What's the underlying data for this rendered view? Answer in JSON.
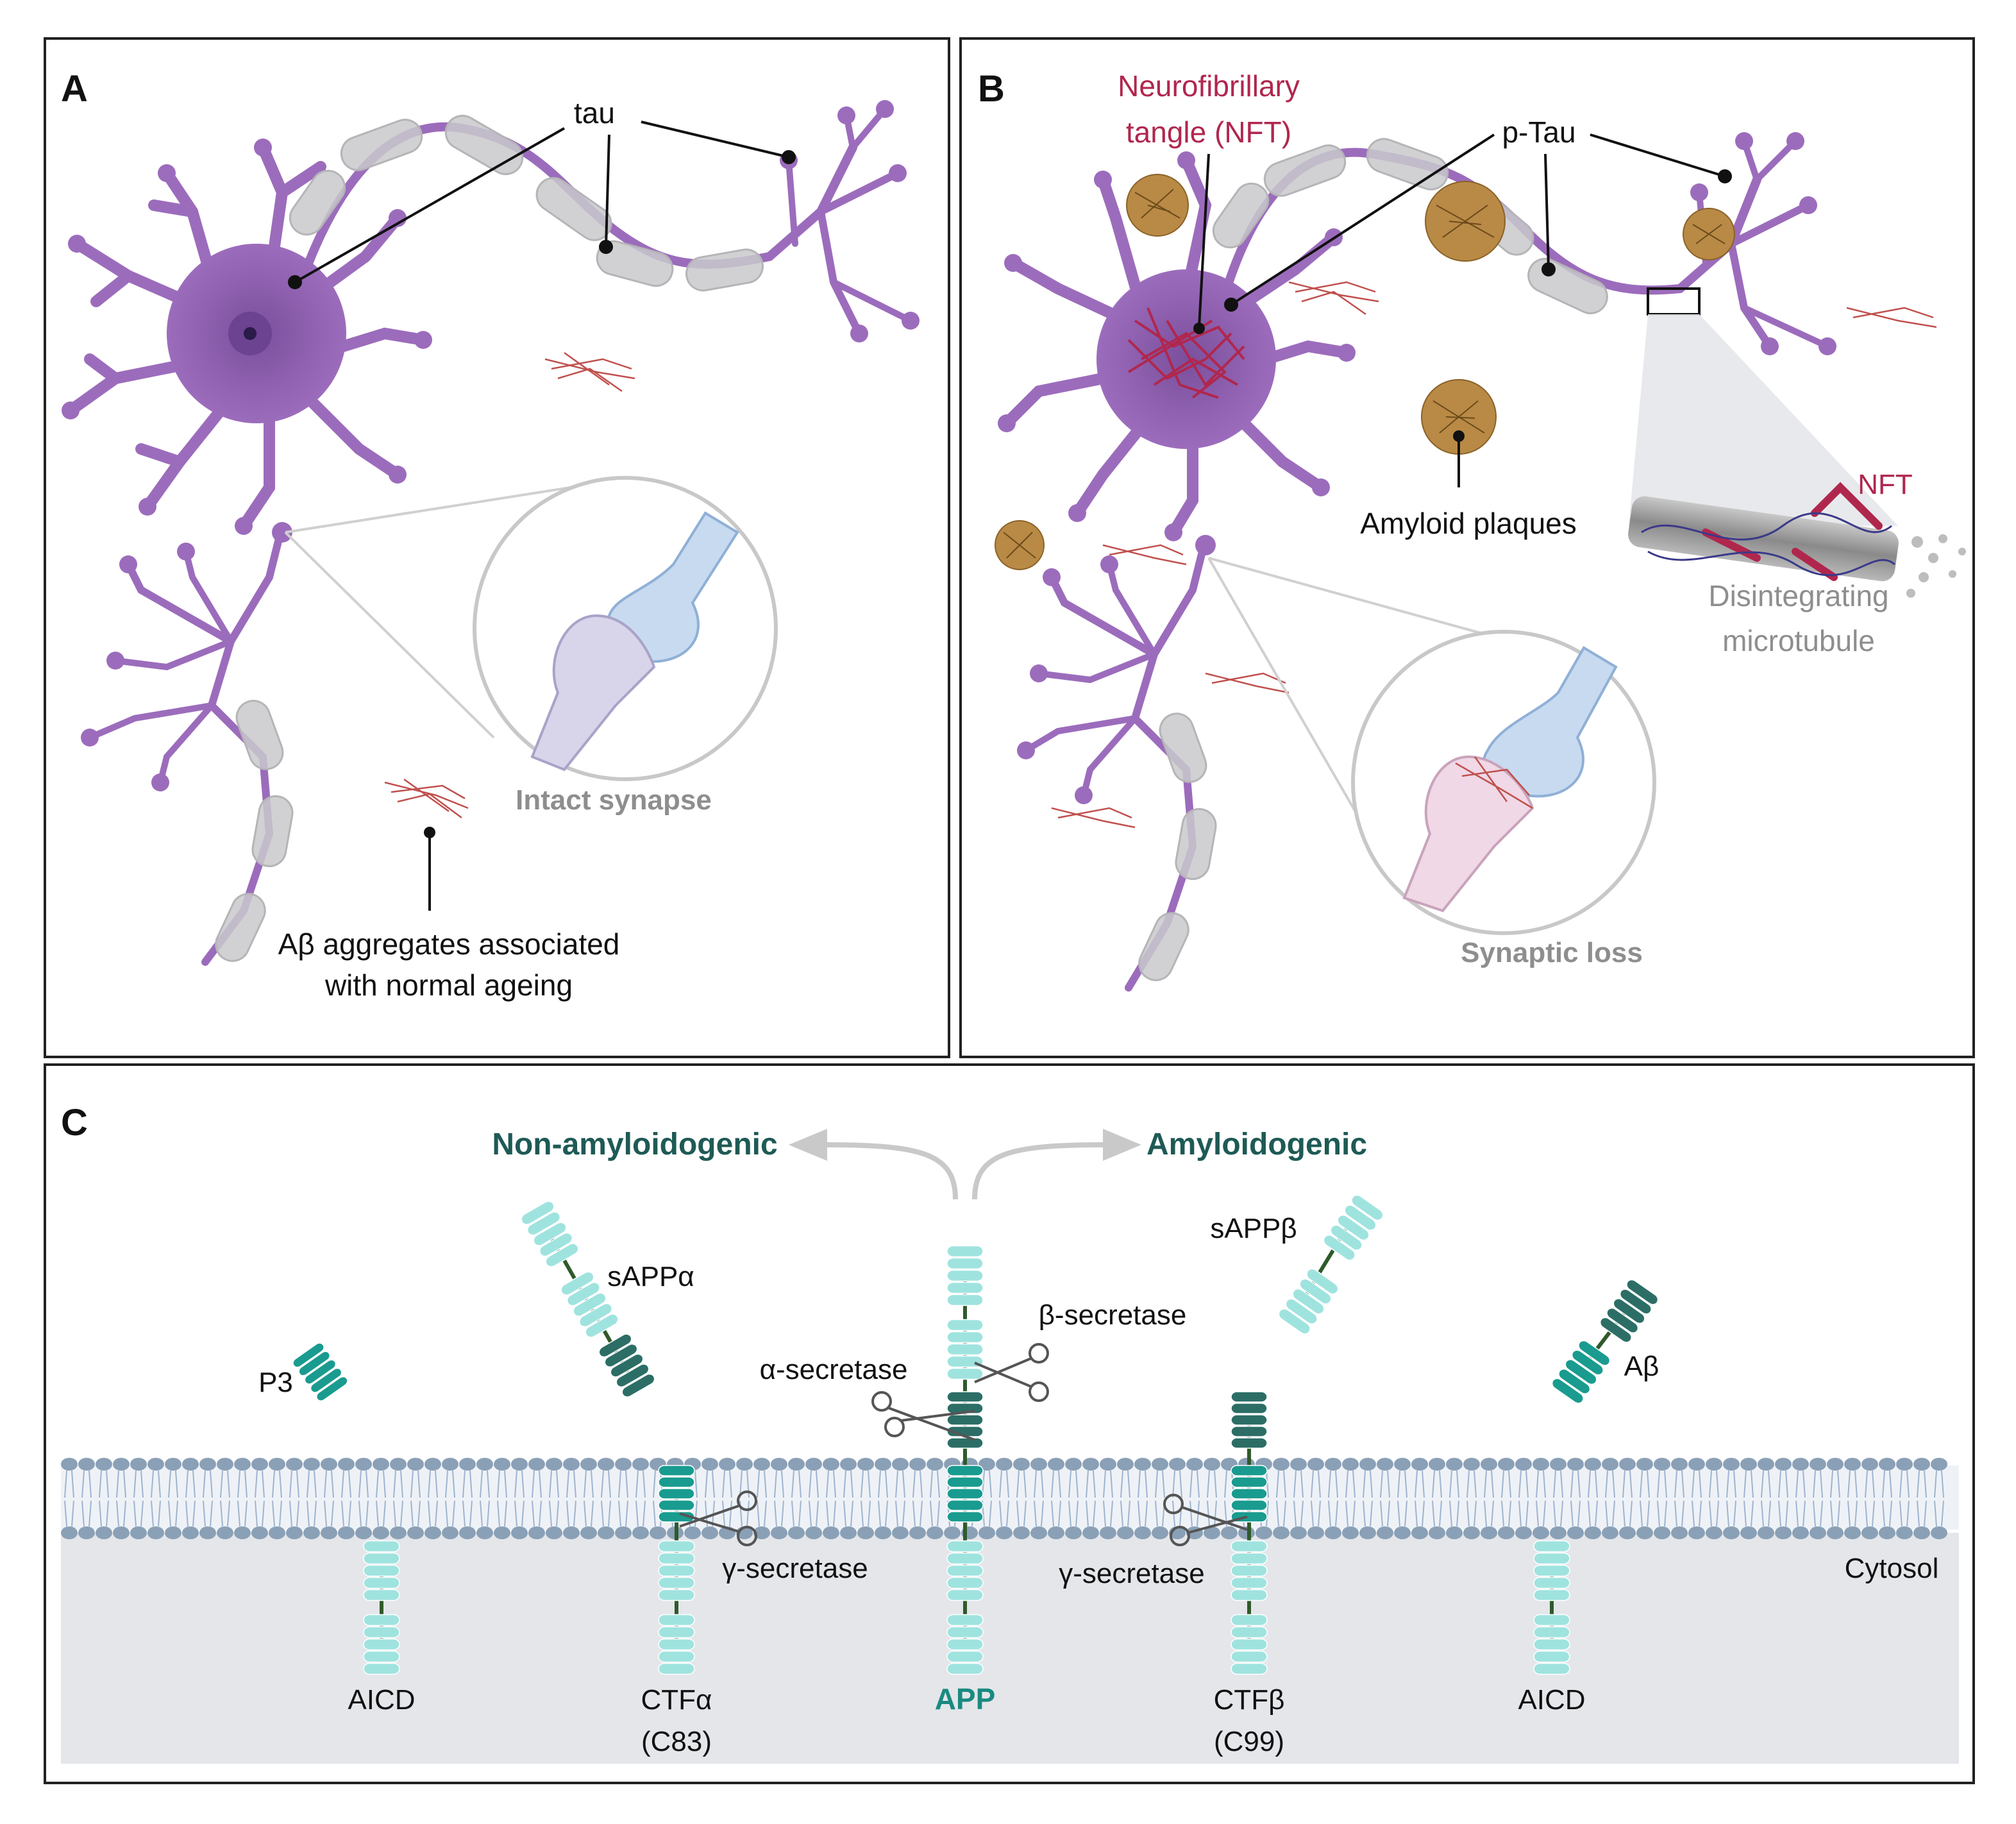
{
  "panels": {
    "a": {
      "letter": "A",
      "tau_label": "tau",
      "synapse_label": "Intact synapse",
      "abeta_label_line1": "Aβ aggregates associated",
      "abeta_label_line2": "with normal ageing"
    },
    "b": {
      "letter": "B",
      "nft_label_line1": "Neurofibrillary",
      "nft_label_line2": "tangle (NFT)",
      "ptau_label": "p-Tau",
      "plaques_label": "Amyloid plaques",
      "nft_small_label": "NFT",
      "microtubule_label_line1": "Disintegrating",
      "microtubule_label_line2": "microtubule",
      "synapse_label": "Synaptic loss"
    },
    "c": {
      "letter": "C",
      "non_amyloidogenic": "Non-amyloidogenic",
      "amyloidogenic": "Amyloidogenic",
      "sappa": "sAPPα",
      "sappb": "sAPPβ",
      "p3": "P3",
      "abeta": "Aβ",
      "alpha_secretase": "α-secretase",
      "beta_secretase": "β-secretase",
      "gamma_secretase_left": "γ-secretase",
      "gamma_secretase_right": "γ-secretase",
      "cytosol": "Cytosol",
      "aicd_left": "AICD",
      "ctfa_line1": "CTFα",
      "ctfa_line2": "(C83)",
      "app": "APP",
      "ctfb_line1": "CTFβ",
      "ctfb_line2": "(C99)",
      "aicd_right": "AICD"
    }
  },
  "colors": {
    "neuron": "#9c6cbc",
    "neuron_dark": "#7a4f9c",
    "myelin": "#c9c9cc",
    "nft": "#b0274e",
    "plaque": "#b98a45",
    "abeta_fibril": "#c0504d",
    "app_light": "#9fe3df",
    "app_mid": "#1a9b8f",
    "app_dark": "#2c6e66",
    "title_teal": "#1e5a55",
    "membrane_head": "#8aa0b6",
    "cytosol_bg": "#e4e6ea",
    "gray_text": "#8e8e8e"
  }
}
